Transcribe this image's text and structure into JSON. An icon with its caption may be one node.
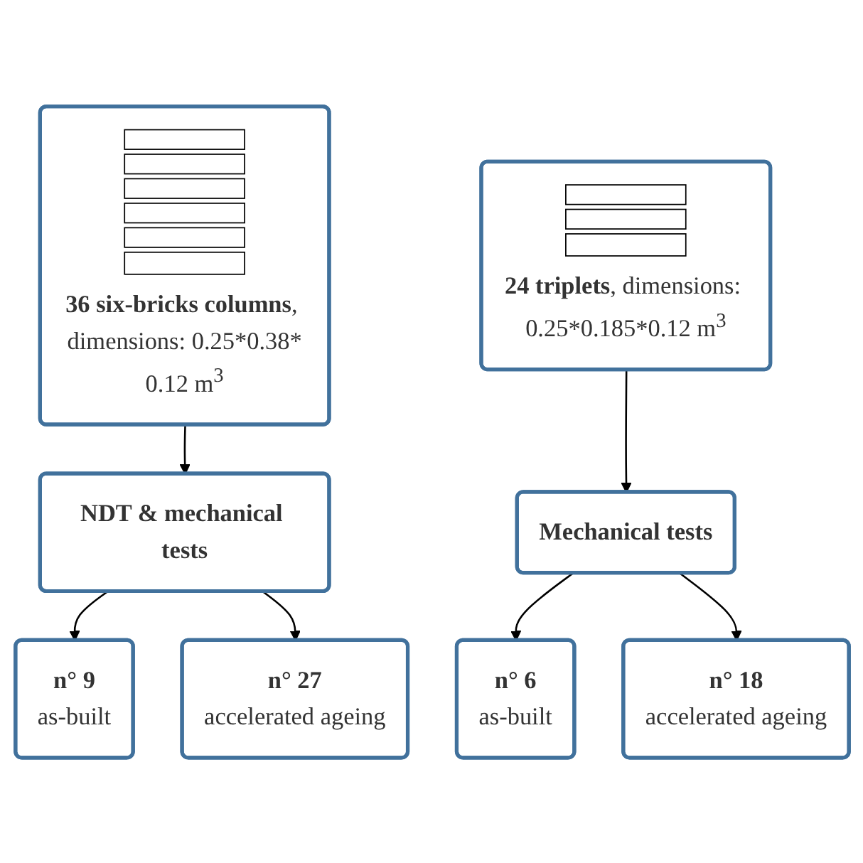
{
  "diagram": {
    "nodes": [
      {
        "text": [
          "**36 six-bricks columns**, dimensions: 0.25*0.38*0.12 m$^{3}$"
        ]
      },
      {
        "text": [
          "**24 triplets**, dimensions: 0.25*0.185*0.12 m$^{3}$"
        ]
      },
      {
        "text": [
          "NDT & mechanical tests"
        ]
      },
      {
        "text": [
          "Mechanical tests"
        ]
      },
      {
        "text": [
          "n° 9",
          "as-built"
        ]
      },
      {
        "text": [
          "n° 27",
          "accelerated ageing"
        ]
      },
      {
        "text": [
          "n° 6",
          "as-built"
        ]
      },
      {
        "text": [
          "n° 18",
          "accelerated ageing"
        ]
      }
    ],
    "edges": [
      {
        "from": 0,
        "to": 2,
        "arrow": "to"
      },
      {
        "from": 1,
        "to": 3,
        "arrow": "to"
      },
      {
        "from": 2,
        "to": 4,
        "arrow": "to"
      },
      {
        "from": 2,
        "to": 5,
        "arrow": "to"
      },
      {
        "from": 3,
        "to": 6,
        "arrow": "to"
      },
      {
        "from": 3,
        "to": 7,
        "arrow": "to"
      }
    ]
  }
}
